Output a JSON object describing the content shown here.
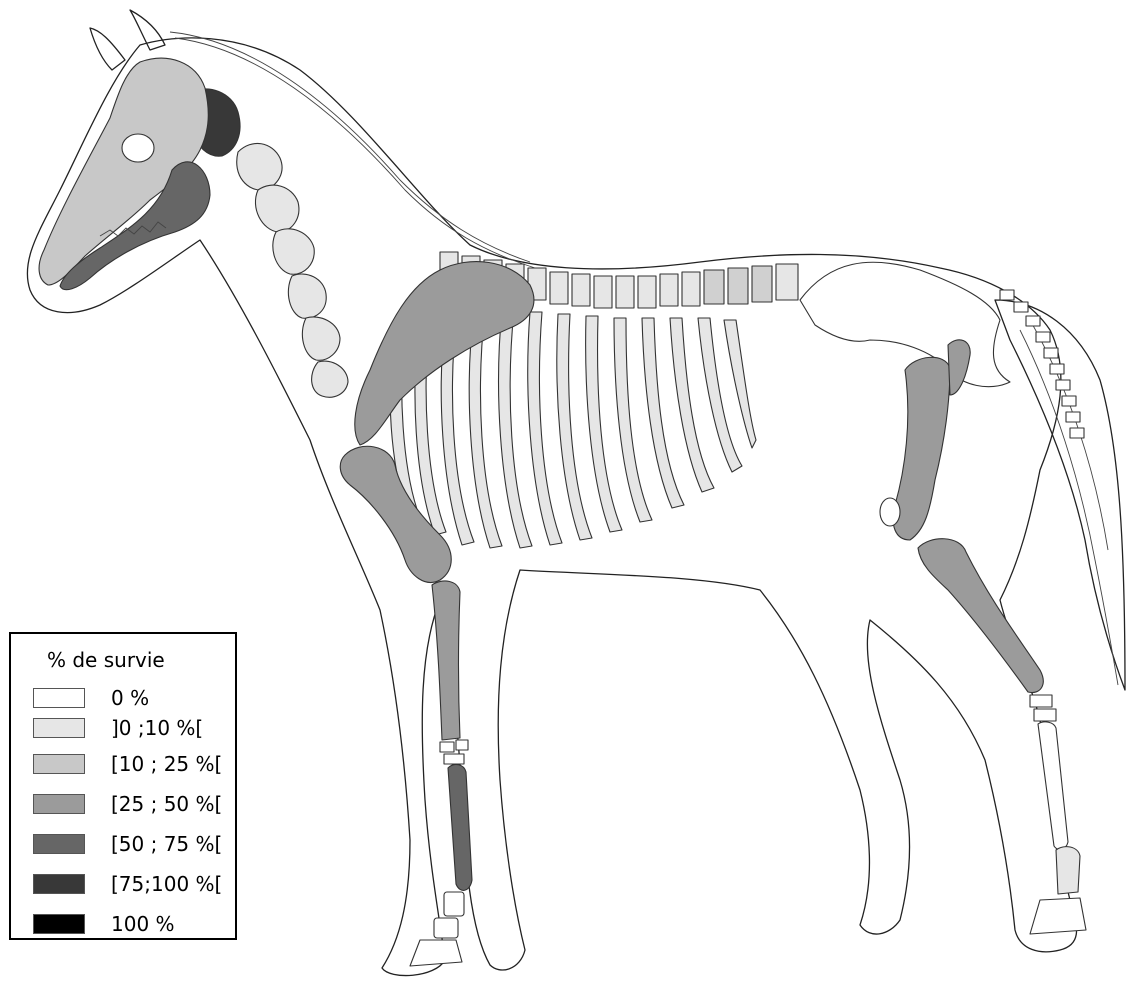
{
  "legend": {
    "title": "% de survie",
    "items": [
      {
        "label": "0 %",
        "color": "#ffffff"
      },
      {
        "label": "]0 ;10 %[",
        "color": "#e6e6e6"
      },
      {
        "label": "[10 ; 25 %[",
        "color": "#c8c8c8"
      },
      {
        "label": "[25 ; 50 %[",
        "color": "#9b9b9b"
      },
      {
        "label": "[50 ; 75 %[",
        "color": "#666666"
      },
      {
        "label": "[75;100 %[",
        "color": "#383838"
      },
      {
        "label": "100 %",
        "color": "#000000"
      }
    ]
  },
  "bone_classes": {
    "skull": "[10 ; 25 %[",
    "mandible": "[50 ; 75 %[",
    "atlas": "[75;100 %[",
    "cervical_vertebrae": "]0 ;10 %[",
    "scapula": "[25 ; 50 %[",
    "ribs": "]0 ;10 %[",
    "thoracic_lumbar_vertebrae": "]0 ;10 %[",
    "pelvis": "0 %",
    "tail_vertebrae": "0 %",
    "humerus": "[25 ; 50 %[",
    "radius": "[25 ; 50 %[",
    "front_metacarpal": "[50 ; 75 %[",
    "front_phalanges": "0 %",
    "femur": "[25 ; 50 %[",
    "tibia": "[25 ; 50 %[",
    "hind_metatarsal": "0 %",
    "hind_phalanx": "]0 ;10 %["
  }
}
